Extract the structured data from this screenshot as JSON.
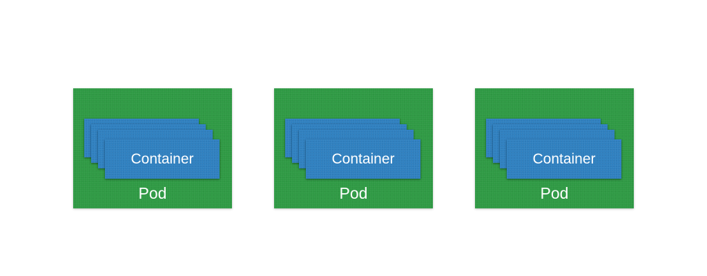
{
  "pods": [
    {
      "label": "Pod",
      "container_label": "Container"
    },
    {
      "label": "Pod",
      "container_label": "Container"
    },
    {
      "label": "Pod",
      "container_label": "Container"
    }
  ],
  "colors": {
    "pod": "#2f9a44",
    "container": "#2f80c0",
    "text": "#ffffff",
    "background": "#ffffff"
  }
}
